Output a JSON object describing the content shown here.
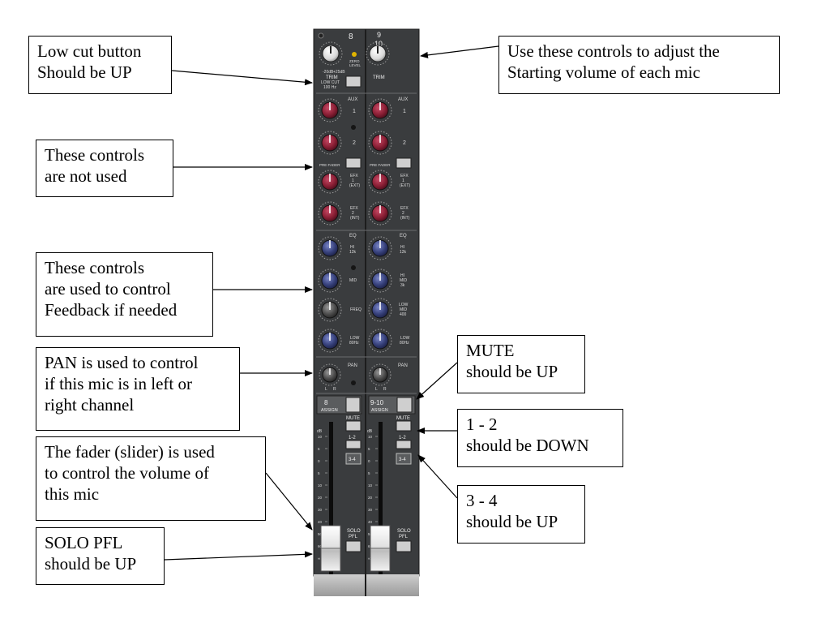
{
  "callouts": [
    {
      "id": "low-cut",
      "lines": [
        "Low cut button",
        "Should be UP"
      ]
    },
    {
      "id": "trim",
      "lines": [
        "Use these controls to adjust the",
        "Starting volume of each mic"
      ]
    },
    {
      "id": "not-used",
      "lines": [
        "These controls",
        "are not used"
      ]
    },
    {
      "id": "eq",
      "lines": [
        "These controls",
        "are used to control",
        "Feedback if needed"
      ]
    },
    {
      "id": "pan",
      "lines": [
        "PAN is used to control",
        "if this mic is in left or",
        "right channel"
      ]
    },
    {
      "id": "mute",
      "lines": [
        "MUTE",
        "should be UP"
      ]
    },
    {
      "id": "bus12",
      "lines": [
        "1 - 2",
        "should be DOWN"
      ]
    },
    {
      "id": "fader",
      "lines": [
        "The fader (slider) is used",
        "to control the volume of",
        "this mic"
      ]
    },
    {
      "id": "bus34",
      "lines": [
        "3 - 4",
        "should be UP"
      ]
    },
    {
      "id": "solo",
      "lines": [
        "SOLO PFL",
        "should be UP"
      ]
    }
  ],
  "mixer": {
    "channel_left": {
      "number": "8",
      "trim_label": "TRIM",
      "trim_scale": [
        "-20dB",
        "+25dB"
      ],
      "zero_level": [
        "ZERO",
        "LEVEL"
      ],
      "low_cut": [
        "LOW CUT",
        "100 Hz"
      ],
      "assign_number": "8",
      "assign_label": "ASSIGN"
    },
    "channel_right": {
      "number_top": "9",
      "number_bottom": "10",
      "trim_label": "TRIM",
      "assign_number": "9-10",
      "assign_label": "ASSIGN"
    },
    "aux_label": "AUX",
    "aux_1": "1",
    "aux_2": "2",
    "pre_fader": "PRE FADER",
    "efx1": [
      "EFX",
      "1",
      "(EXT)"
    ],
    "efx2": [
      "EFX",
      "2",
      "(INT)"
    ],
    "eq_label": "EQ",
    "hi": [
      "HI",
      "12k"
    ],
    "mid": "MID",
    "freq": "FREQ",
    "low": [
      "LOW",
      "80Hz"
    ],
    "hi_mid": [
      "HI",
      "MID",
      "3k"
    ],
    "low_mid": [
      "LOW",
      "MID",
      "400"
    ],
    "pan_label": "PAN",
    "pan_lr": [
      "L",
      "R"
    ],
    "mute": "MUTE",
    "bus12": "1-2",
    "bus34": "3-4",
    "solo": [
      "SOLO",
      "PFL"
    ],
    "db": "dB",
    "fader_scale": [
      "10",
      "5",
      "0",
      "5",
      "10",
      "20",
      "30",
      "40",
      "50",
      "60",
      "∞"
    ]
  },
  "colors": {
    "panel": "#3a3c3e",
    "aux_knob": "#8a1f35",
    "eq_knob": "#36407a",
    "button": "#cfcfcf",
    "led": "#e0b400"
  }
}
